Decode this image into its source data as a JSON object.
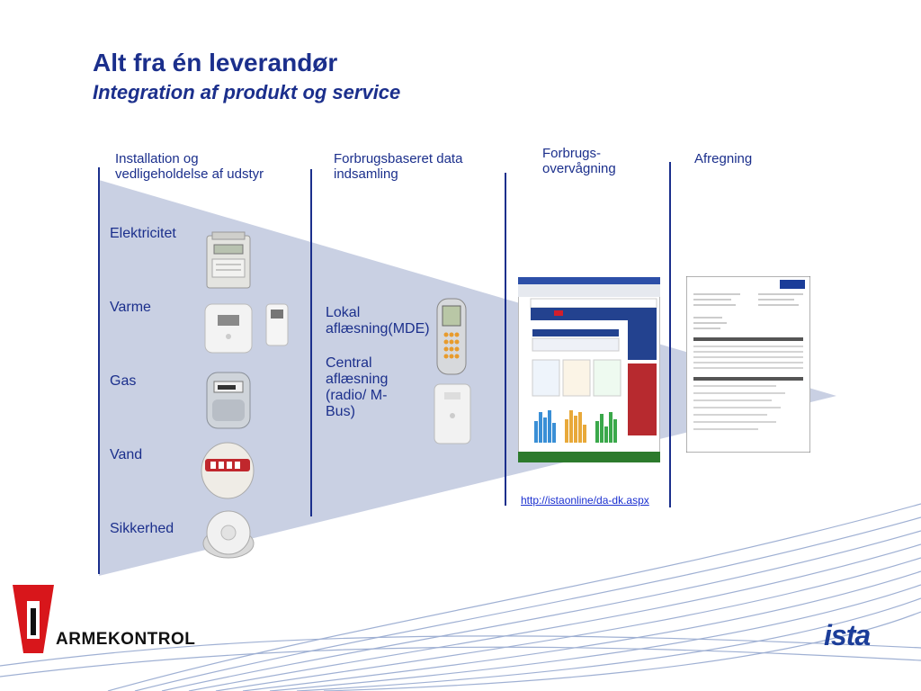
{
  "header": {
    "title": "Alt fra én leverandør",
    "subtitle": "Integration af produkt og service"
  },
  "columns": [
    {
      "heading": "Installation og vedligeholdelse af udstyr"
    },
    {
      "heading": "Forbrugsbaseret data indsamling"
    },
    {
      "heading": "Forbrugs-overvågning"
    },
    {
      "heading": "Afregning"
    }
  ],
  "rows": [
    "Elektricitet",
    "Varme",
    "Gas",
    "Vand",
    "Sikkerhed"
  ],
  "collection": {
    "local": "Lokal aflæsning(MDE)",
    "central": "Central aflæsning (radio/ M-Bus)"
  },
  "monitoring": {
    "link": "http://istaonline/da-dk.aspx"
  },
  "logos": {
    "left": "ARMEKONTROL",
    "left_initial": "V",
    "right": "ista"
  },
  "colors": {
    "accent": "#1b2f8c",
    "wedge": "#c9d0e3",
    "logo_red": "#d8161b"
  }
}
